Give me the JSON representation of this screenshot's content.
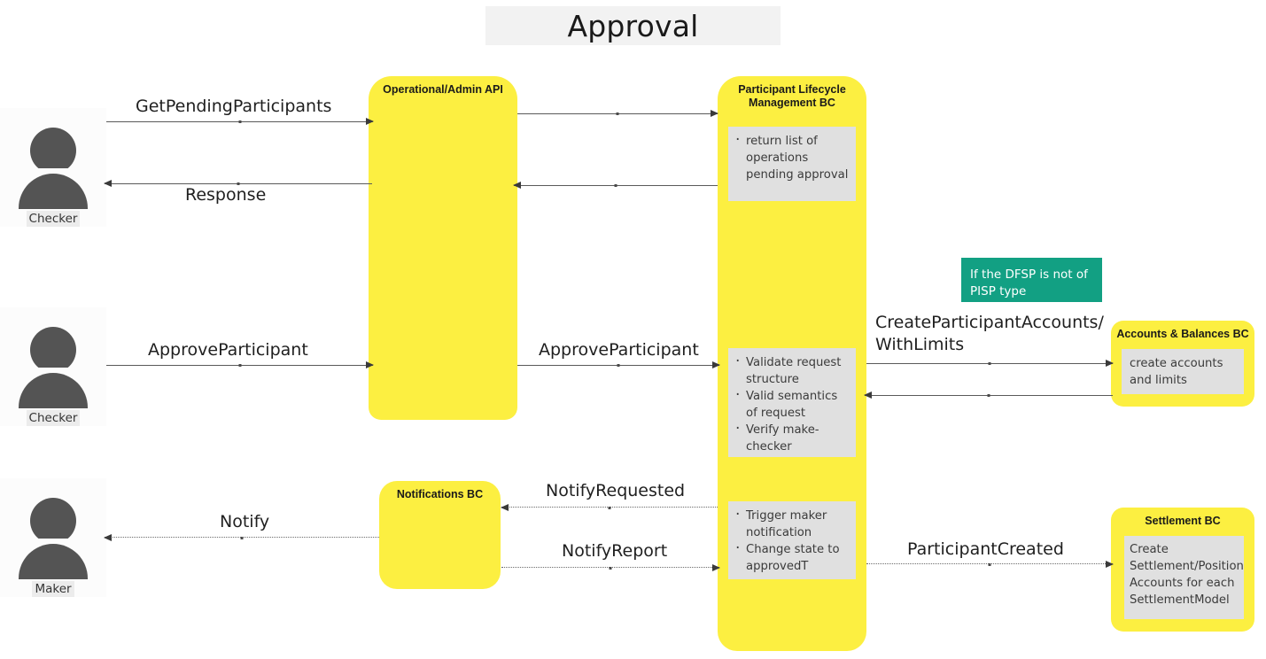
{
  "diagram": {
    "title": "Approval",
    "accent_yellow": "#fcef41",
    "accent_teal": "#12a083",
    "note_grey": "#e0e0e0",
    "actor_grey": "#545454"
  },
  "actors": [
    {
      "id": "checker-top",
      "label": "Checker",
      "icon": "user-icon"
    },
    {
      "id": "checker-mid",
      "label": "Checker",
      "icon": "user-icon"
    },
    {
      "id": "maker-bottom",
      "label": "Maker",
      "icon": "user-icon"
    }
  ],
  "lifelines": [
    {
      "id": "operational-admin-api",
      "title": "Operational/Admin API"
    },
    {
      "id": "participant-lifecycle-management-bc",
      "title": "Participant Lifecycle Management BC"
    },
    {
      "id": "notifications-bc",
      "title": "Notifications BC"
    },
    {
      "id": "accounts-balances-bc",
      "title": "Accounts & Balances BC"
    },
    {
      "id": "settlement-bc",
      "title": "Settlement BC"
    }
  ],
  "notes": {
    "pending_approval": {
      "items": [
        "return list of operations pending approval"
      ]
    },
    "validate": {
      "items": [
        "Validate request structure",
        "Valid semantics of request",
        "Verify make-checker"
      ]
    },
    "trigger": {
      "items": [
        "Trigger maker notification",
        "Change state to approvedT"
      ]
    },
    "accounts_balances": {
      "text": "create accounts and limits"
    },
    "settlement": {
      "text": "Create Settlement/Position Accounts for each SettlementModel"
    },
    "condition": {
      "text": "If the DFSP is not of PISP type"
    }
  },
  "messages": [
    {
      "id": "get-pending-participants",
      "label": "GetPendingParticipants"
    },
    {
      "id": "get-pending-participants-fwd",
      "label": ""
    },
    {
      "id": "response",
      "label": "Response"
    },
    {
      "id": "response-back",
      "label": ""
    },
    {
      "id": "approve-participant-left",
      "label": "ApproveParticipant"
    },
    {
      "id": "approve-participant-right",
      "label": "ApproveParticipant"
    },
    {
      "id": "create-participant-accounts",
      "label": "CreateParticipantAccounts/\nWithLimits"
    },
    {
      "id": "accounts-reply",
      "label": ""
    },
    {
      "id": "notify-requested",
      "label": "NotifyRequested"
    },
    {
      "id": "notify-report",
      "label": "NotifyReport"
    },
    {
      "id": "notify",
      "label": "Notify"
    },
    {
      "id": "participant-created",
      "label": "ParticipantCreated"
    }
  ]
}
